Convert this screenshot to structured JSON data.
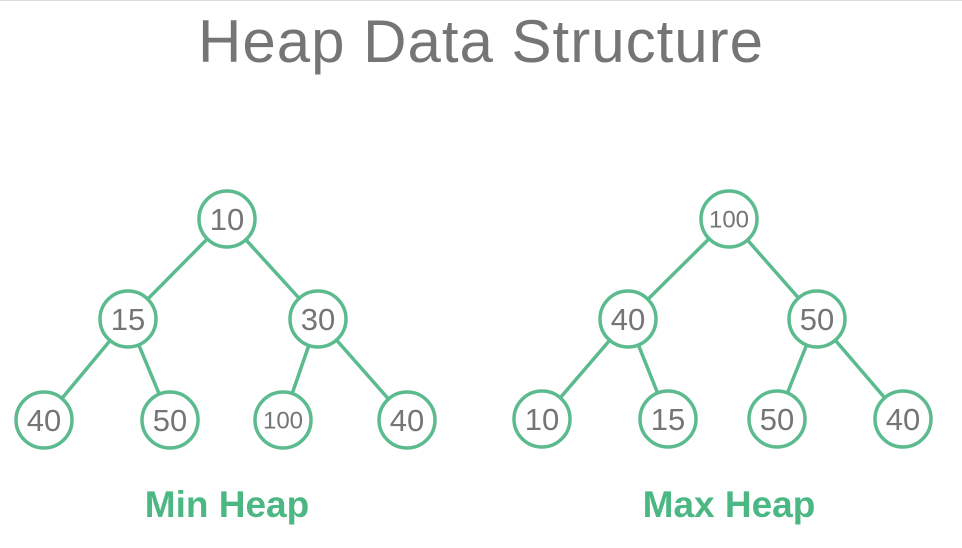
{
  "title": "Heap Data Structure",
  "colors": {
    "node_green": "#5cbb8e",
    "label_green": "#4bb783",
    "text_gray": "#757575"
  },
  "trees": [
    {
      "label": "Min Heap",
      "root": {
        "value": "10",
        "left": {
          "value": "15",
          "left": {
            "value": "40"
          },
          "right": {
            "value": "50"
          }
        },
        "right": {
          "value": "30",
          "left": {
            "value": "100"
          },
          "right": {
            "value": "40"
          }
        }
      }
    },
    {
      "label": "Max Heap",
      "root": {
        "value": "100",
        "left": {
          "value": "40",
          "left": {
            "value": "10"
          },
          "right": {
            "value": "15"
          }
        },
        "right": {
          "value": "50",
          "left": {
            "value": "50"
          },
          "right": {
            "value": "40"
          }
        }
      }
    }
  ]
}
